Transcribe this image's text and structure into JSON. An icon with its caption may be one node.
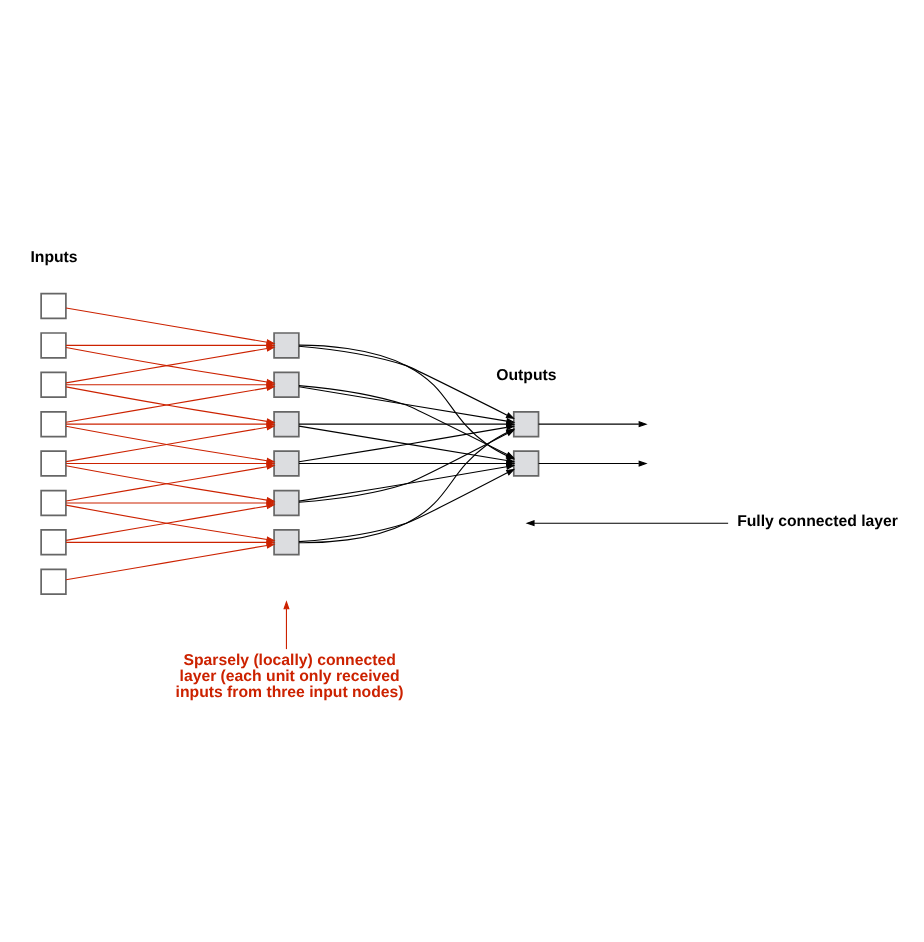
{
  "diagram": {
    "nodes": [
      {
        "text": [],
        "shape": "box"
      },
      {
        "text": [],
        "shape": "box"
      },
      {
        "text": [],
        "shape": "box"
      },
      {
        "text": [],
        "shape": "box"
      },
      {
        "text": [],
        "shape": "box"
      },
      {
        "text": [],
        "shape": "box"
      },
      {
        "text": [],
        "shape": "box"
      },
      {
        "text": [],
        "shape": "box"
      },
      {
        "text": [],
        "shape": "box"
      },
      {
        "text": [],
        "shape": "box"
      },
      {
        "text": [],
        "shape": "box"
      },
      {
        "text": [],
        "shape": "box"
      },
      {
        "text": [],
        "shape": "box"
      },
      {
        "text": [],
        "shape": "box"
      },
      {
        "text": [],
        "shape": "box"
      },
      {
        "text": [],
        "shape": "box"
      },
      {
        "text": [
          "Fully connected layer"
        ]
      },
      {
        "text": [
          "Sparsely (locally) connected layer (each unit only received inputs from three input nodes)"
        ]
      }
    ],
    "edges": [
      {
        "from": 0,
        "to": 8,
        "arrow": "to"
      },
      {
        "from": 1,
        "to": 8,
        "arrow": "to"
      },
      {
        "from": 1,
        "to": 9,
        "arrow": "to"
      },
      {
        "from": 2,
        "to": 8,
        "arrow": "to"
      },
      {
        "from": 2,
        "to": 9,
        "arrow": "to"
      },
      {
        "from": 2,
        "to": 10,
        "arrow": "to"
      },
      {
        "from": 3,
        "to": 9,
        "arrow": "to"
      },
      {
        "from": 3,
        "to": 10,
        "arrow": "to"
      },
      {
        "from": 3,
        "to": 11,
        "arrow": "to"
      },
      {
        "from": 4,
        "to": 10,
        "arrow": "to"
      },
      {
        "from": 4,
        "to": 11,
        "arrow": "to"
      },
      {
        "from": 4,
        "to": 12,
        "arrow": "to"
      },
      {
        "from": 5,
        "to": 11,
        "arrow": "to"
      },
      {
        "from": 5,
        "to": 12,
        "arrow": "to"
      },
      {
        "from": 5,
        "to": 13,
        "arrow": "to"
      },
      {
        "from": 6,
        "to": 12,
        "arrow": "to"
      },
      {
        "from": 6,
        "to": 13,
        "arrow": "to"
      },
      {
        "from": 7,
        "to": 13,
        "arrow": "to"
      },
      {
        "from": 8,
        "to": 14,
        "arrow": "to",
        "color": "#000000"
      },
      {
        "from": 8,
        "to": 15,
        "arrow": "to",
        "color": "#000000"
      },
      {
        "from": 9,
        "to": 14,
        "arrow": "to",
        "color": "#000000"
      },
      {
        "from": 9,
        "to": 15,
        "arrow": "to",
        "color": "#000000"
      },
      {
        "from": 10,
        "to": 14,
        "arrow": "to",
        "color": "#000000"
      },
      {
        "from": 10,
        "to": 15,
        "arrow": "to",
        "color": "#000000"
      },
      {
        "from": 11,
        "to": 14,
        "arrow": "to",
        "color": "#000000"
      },
      {
        "from": 11,
        "to": 15,
        "arrow": "to",
        "color": "#000000"
      },
      {
        "from": 12,
        "to": 14,
        "arrow": "to",
        "color": "#000000"
      },
      {
        "from": 12,
        "to": 15,
        "arrow": "to",
        "color": "#000000"
      },
      {
        "from": 13,
        "to": 14,
        "arrow": "to",
        "color": "#000000"
      },
      {
        "from": 13,
        "to": 15,
        "arrow": "to",
        "color": "#000000"
      },
      {
        "from": 14,
        "to": null,
        "arrow": "to",
        "color": "#000000"
      },
      {
        "from": 15,
        "to": null,
        "arrow": "to",
        "color": "#000000"
      },
      {
        "from": 16,
        "to": null,
        "arrow": "to",
        "color": "#000000"
      },
      {
        "from": 17,
        "to": null,
        "arrow": "to"
      }
    ],
    "labels": [
      "Inputs",
      "Outputs"
    ]
  }
}
